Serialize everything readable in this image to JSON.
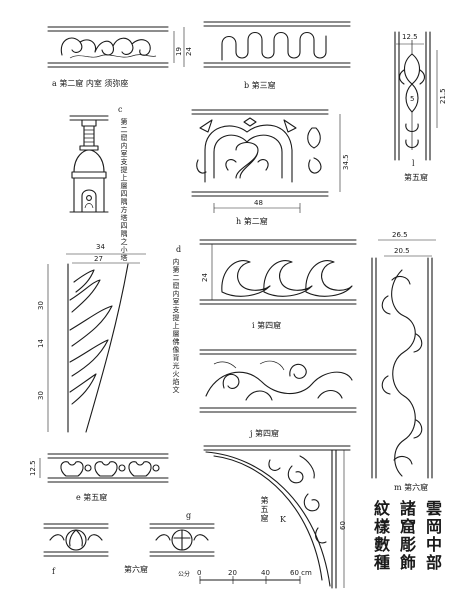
{
  "plates": {
    "a": {
      "caption": "a  第二窟 内室 须弥座",
      "dim_outer": "24",
      "dim_inner": "19"
    },
    "b": {
      "caption": "b  第三窟"
    },
    "c": {
      "letter": "c",
      "note": "第二窟内室支提上層四隅方塔四隅之小塔"
    },
    "h": {
      "caption": "h  第二窟",
      "dim_height": "34.5",
      "dim_width": "48"
    },
    "l": {
      "letter": "l",
      "caption": "第五窟",
      "dim_top": "12.5",
      "dim_side": "21.5",
      "dim_inner": "5"
    },
    "d": {
      "letter": "d",
      "note": "内第二窟内室支提上層佛像背光火焰文",
      "dim_top_outer": "34",
      "dim_top_inner": "27",
      "dim_side_a": "30",
      "dim_side_b": "14",
      "dim_side_c": "30"
    },
    "i": {
      "caption": "i  第四窟",
      "dim_height": "24"
    },
    "m": {
      "caption": "m  第六窟",
      "dim_outer": "26.5",
      "dim_inner": "20.5"
    },
    "j": {
      "caption": "j  第四窟"
    },
    "e": {
      "caption": "e  第五窟",
      "dim_height": "12.5"
    },
    "k": {
      "letter": "K",
      "note": "第五窟",
      "dim_side": "60"
    },
    "f": {
      "letter": "f"
    },
    "g": {
      "letter": "g",
      "caption": "第六窟"
    },
    "scale": {
      "ticks": [
        "0",
        "20",
        "40",
        "60 cm"
      ],
      "prefix": "公分"
    }
  },
  "title_columns": [
    "雲岡中部",
    "諸窟彫飾",
    "紋樣數種"
  ]
}
